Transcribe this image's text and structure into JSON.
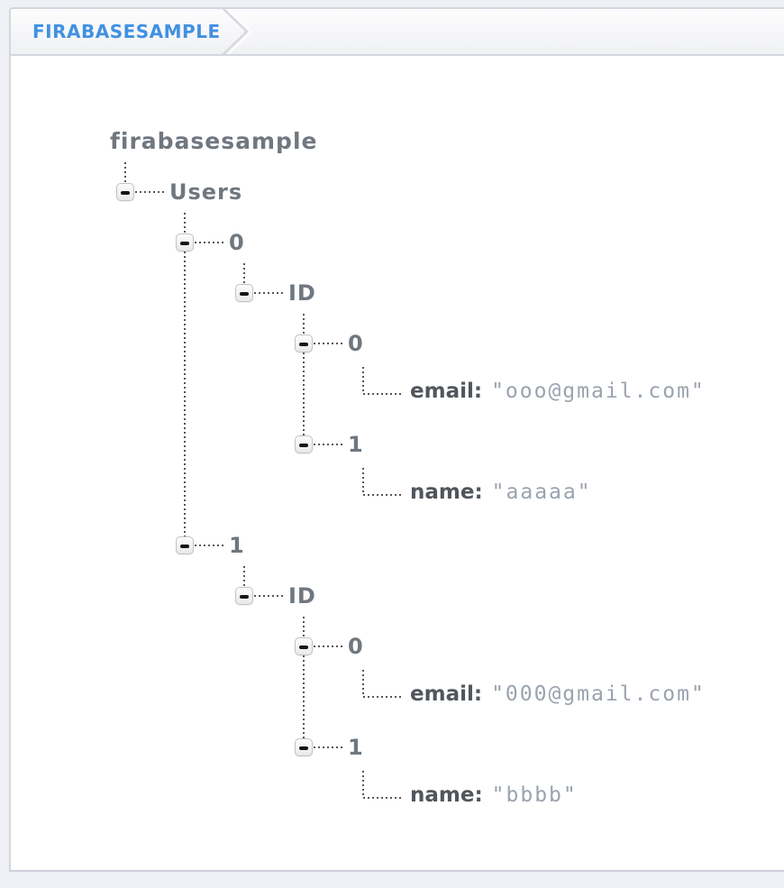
{
  "breadcrumb": {
    "label": "FIRABASESAMPLE",
    "chevron_icon": "chevron-right"
  },
  "tree": {
    "root_label": "firabasesample",
    "collapse_icon": "minus",
    "rows": [
      {
        "kind": "branch",
        "level": 0,
        "label": "Users",
        "stub": true
      },
      {
        "kind": "branch",
        "level": 1,
        "label": "0",
        "stub": true
      },
      {
        "kind": "branch",
        "level": 2,
        "label": "ID",
        "stub": true
      },
      {
        "kind": "branch",
        "level": 3,
        "label": "0",
        "stub": true
      },
      {
        "kind": "leaf",
        "level": 4,
        "key": "email:",
        "value": "ooo@gmail.com",
        "value_display": "\"ooo@gmail.com\""
      },
      {
        "kind": "branch",
        "level": 3,
        "label": "1",
        "stub": false
      },
      {
        "kind": "leaf",
        "level": 4,
        "key": "name:",
        "value": "aaaaa",
        "value_display": "\"aaaaa\""
      },
      {
        "kind": "branch",
        "level": 1,
        "label": "1",
        "stub": false
      },
      {
        "kind": "branch",
        "level": 2,
        "label": "ID",
        "stub": true
      },
      {
        "kind": "branch",
        "level": 3,
        "label": "0",
        "stub": true
      },
      {
        "kind": "leaf",
        "level": 4,
        "key": "email:",
        "value": "000@gmail.com",
        "value_display": "\"000@gmail.com\""
      },
      {
        "kind": "branch",
        "level": 3,
        "label": "1",
        "stub": false
      },
      {
        "kind": "leaf",
        "level": 4,
        "key": "name:",
        "value": "bbbb",
        "value_display": "\"bbbb\""
      }
    ],
    "sibling_lines": [
      {
        "level": 1,
        "from_row": 1,
        "to_row": 7
      },
      {
        "level": 3,
        "from_row": 3,
        "to_row": 5
      },
      {
        "level": 3,
        "from_row": 9,
        "to_row": 11
      }
    ]
  },
  "colors": {
    "accent_blue": "#4191e2",
    "branch_label": "#70777f",
    "key_label": "#51565c",
    "value_text": "#9aa3ae",
    "connector": "#565656",
    "page_background": "#eef0f5",
    "panel_border": "#d4d6de"
  }
}
